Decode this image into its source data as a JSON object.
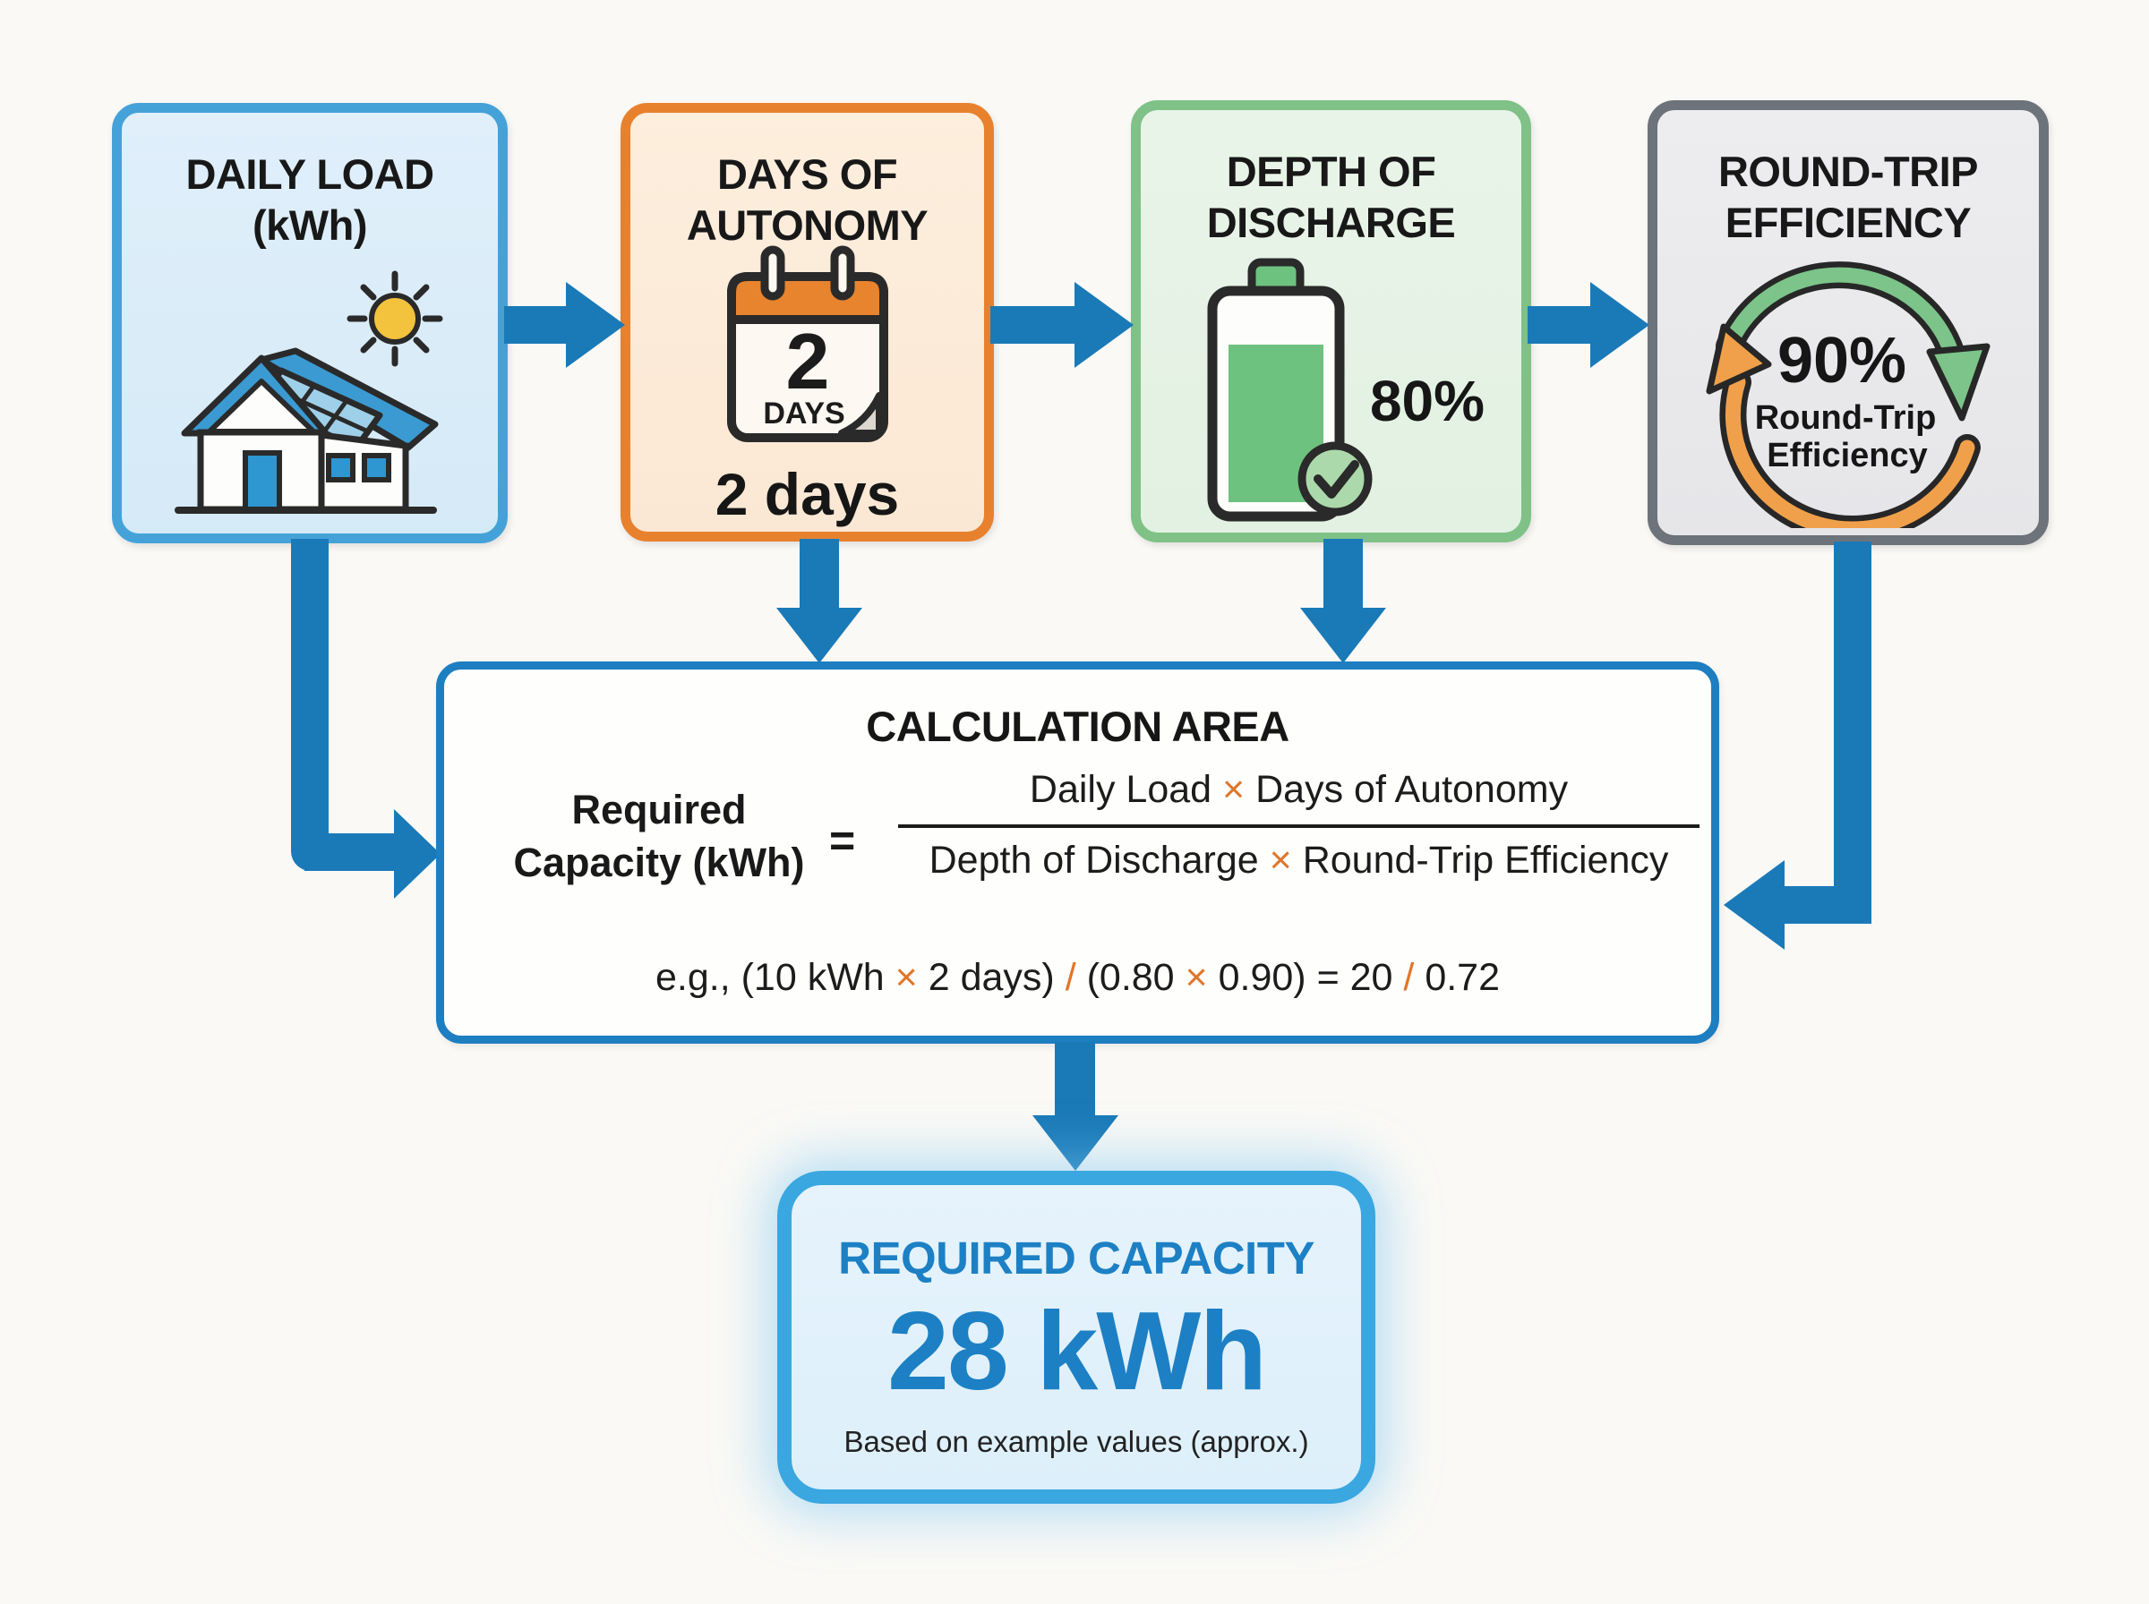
{
  "palette": {
    "arrow_blue": "#1a7ab8",
    "accent_orange": "#e0762a",
    "result_blue": "#1d80c4",
    "daily_load_border": "#45a2d8",
    "autonomy_border": "#e8812d",
    "discharge_border": "#7fc186",
    "efficiency_border": "#6d737a"
  },
  "boxes": {
    "daily_load": {
      "title_line1": "DAILY LOAD",
      "title_line2": "(kWh)"
    },
    "days_of_autonomy": {
      "title_line1": "DAYS OF",
      "title_line2": "AUTONOMY",
      "calendar_number": "2",
      "calendar_caption": "DAYS",
      "value": "2 days"
    },
    "depth_of_discharge": {
      "title_line1": "DEPTH OF",
      "title_line2": "DISCHARGE",
      "value": "80%"
    },
    "round_trip_efficiency": {
      "title_line1": "ROUND-TRIP",
      "title_line2": "EFFICIENCY",
      "value": "90%",
      "caption_line1": "Round-Trip",
      "caption_line2": "Efficiency"
    }
  },
  "calculation_area": {
    "title": "CALCULATION AREA",
    "lhs_line1": "Required",
    "lhs_line2": "Capacity (kWh)",
    "equals_sign": "=",
    "numerator": {
      "part1": "Daily Load ",
      "times": "×",
      "part2": " Days of Autonomy"
    },
    "denominator": {
      "part1": "Depth of Discharge ",
      "times": "×",
      "part2": " Round-Trip Efficiency"
    },
    "example": {
      "part1": "e.g., (10 kWh ",
      "times1": "×",
      "part2": " 2 days) ",
      "slash1": "/",
      "part3": " (0.80 ",
      "times2": "×",
      "part4": " 0.90) = 20 ",
      "slash2": "/",
      "part5": " 0.72"
    }
  },
  "result_box": {
    "title": "REQUIRED CAPACITY",
    "value": "28 kWh",
    "note": "Based on example values (approx.)"
  }
}
